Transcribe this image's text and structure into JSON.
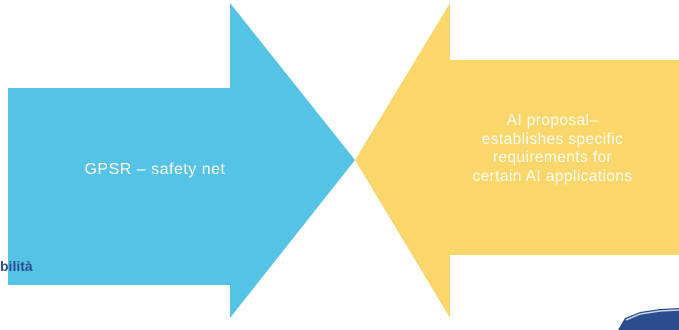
{
  "diagram": {
    "left_arrow": {
      "label": "GPSR – safety net",
      "color": "#55c3e6"
    },
    "right_arrow": {
      "label_lines": [
        "AI proposal–",
        "establishes specific",
        "requirements for",
        "certain AI applications"
      ],
      "color": "#fbd66b"
    }
  },
  "footer": {
    "partial_word": "bilità",
    "word_color": "#2a4d8e",
    "logo_color": "#2a4d8e"
  }
}
